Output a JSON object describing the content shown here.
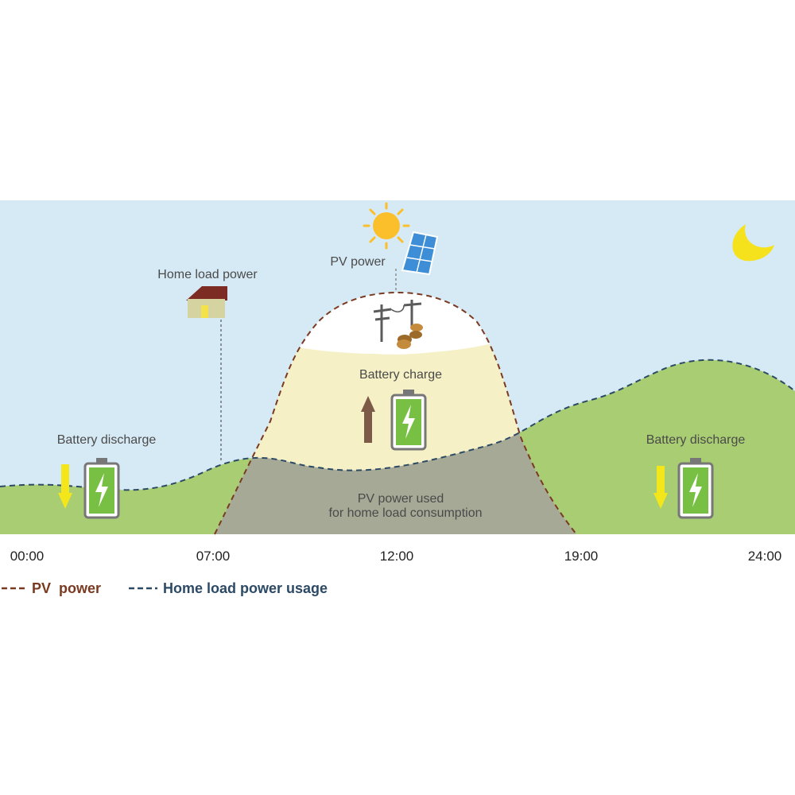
{
  "labels": {
    "home_load_power": "Home load power",
    "pv_power": "PV power",
    "battery_charge": "Battery charge",
    "battery_discharge_left": "Battery discharge",
    "battery_discharge_right": "Battery discharge",
    "pv_used_line1": "PV power used",
    "pv_used_line2": "for home load consumption"
  },
  "time_axis": [
    "00:00",
    "07:00",
    "12:00",
    "19:00",
    "24:00"
  ],
  "legend": [
    {
      "label": "PV  power",
      "color": "#7a3a22"
    },
    {
      "label": "Home load power usage",
      "color": "#2c4a66"
    }
  ],
  "colors": {
    "sky": "#d6eaf5",
    "load_area": "#a9cd72",
    "pv_used_area": "#a5a996",
    "battery_charge_area": "#f6f0c6",
    "grid_area": "#ffffff",
    "battery_green": "#78c043",
    "arrow_yellow": "#f3e61a",
    "arrow_brown": "#7d5a48",
    "sun": "#fbbf2c",
    "moon": "#f5e21c",
    "solar_panel": "#3d8ed6"
  },
  "icons": [
    "sun-icon",
    "moon-icon",
    "solar-panel-icon",
    "house-icon",
    "power-pole-icon",
    "coins-icon",
    "battery-icon",
    "arrow-icon"
  ]
}
